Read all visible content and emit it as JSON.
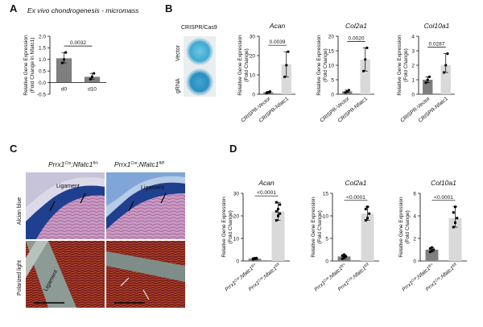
{
  "panels": {
    "A": {
      "letter": "A",
      "title": "Ex vivo chondrogenesis - micromass"
    },
    "B": {
      "letter": "B",
      "crispr_label": "CRISPR/Cas9",
      "row_labels": [
        "Vector",
        "gRNA"
      ]
    },
    "C": {
      "letter": "C",
      "col_labels": [
        {
          "base": "Prrx1",
          "sup1": "Cre",
          "mid": ";Nfatc1",
          "sup2": "fl/+"
        },
        {
          "base": "Prrx1",
          "sup1": "Cre",
          "mid": ";Nfatc1",
          "sup2": "fl/fl"
        }
      ],
      "row_labels": [
        "Alcian blue",
        "Polarized light"
      ],
      "ligament_label": "Ligament"
    },
    "D": {
      "letter": "D"
    }
  },
  "colors": {
    "dark_bar": "#7f7f7f",
    "light_bar": "#d9d9d9",
    "alcian_blue": "#1f3f8f",
    "polarized_bg": "#5a1a1a"
  },
  "chart_data": [
    {
      "id": "A",
      "type": "bar",
      "title": "",
      "ylabel": "Relative Gene Expression (Fold Change in Nfatc1)",
      "categories": [
        "d0",
        "d10"
      ],
      "values": [
        1.05,
        0.25
      ],
      "ylim": [
        -0.5,
        2.0
      ],
      "yticks": [
        "-0.5",
        "0.0",
        "0.5",
        "1.0",
        "1.5",
        "2.0"
      ],
      "points": [
        [
          0.85,
          1.0,
          1.3
        ],
        [
          0.15,
          0.25,
          0.4
        ]
      ],
      "pvalue": "0.0032"
    },
    {
      "id": "B1",
      "type": "bar",
      "title": "Acan",
      "ylabel": "Relative Gene Expression (Fold Change)",
      "categories": [
        "CRISPR-Vector",
        "CRISPR-Nfatc1"
      ],
      "values": [
        1.0,
        15.5
      ],
      "ylim": [
        0,
        30
      ],
      "yticks": [
        "0",
        "10",
        "20",
        "30"
      ],
      "points": [
        [
          0.6,
          1.0,
          1.4
        ],
        [
          9.0,
          15.0,
          22.0
        ]
      ],
      "pvalue": "0.0039"
    },
    {
      "id": "B2",
      "type": "bar",
      "title": "Col2a1",
      "ylabel": "Relative Gene Expression (Fold Change)",
      "categories": [
        "CRISPR-Vector",
        "CRISPR-Nfatc1"
      ],
      "values": [
        1.0,
        12.0
      ],
      "ylim": [
        0,
        20
      ],
      "yticks": [
        "0",
        "5",
        "10",
        "15",
        "20"
      ],
      "points": [
        [
          0.6,
          1.0,
          1.4
        ],
        [
          8.0,
          12.0,
          16.0
        ]
      ],
      "pvalue": "0.0020"
    },
    {
      "id": "B3",
      "type": "bar",
      "title": "Col10a1",
      "ylabel": "Relative Gene Expression (Fold Change)",
      "categories": [
        "CRISPR-Vector",
        "CRISPR-Nfatc1"
      ],
      "values": [
        1.0,
        2.0
      ],
      "ylim": [
        0,
        4
      ],
      "yticks": [
        "0",
        "1",
        "2",
        "3",
        "4"
      ],
      "points": [
        [
          0.8,
          1.0,
          1.2
        ],
        [
          1.5,
          2.0,
          2.8
        ]
      ],
      "pvalue": "0.0287"
    },
    {
      "id": "D1",
      "type": "bar",
      "title": "Acan",
      "ylabel": "Relative Gene Expression (Fold Change)",
      "categories": [
        "Prrx1Cre;Nfatc1fl/+",
        "Prrx1Cre;Nfatc1fl/fl"
      ],
      "values": [
        1.0,
        22.0
      ],
      "ylim": [
        0,
        30
      ],
      "yticks": [
        "0",
        "10",
        "20",
        "30"
      ],
      "points": [
        [
          0.7,
          0.9,
          1.0,
          1.1,
          1.2,
          1.3
        ],
        [
          18,
          20,
          21,
          22,
          23,
          25,
          26
        ]
      ],
      "pvalue": "<0.0001"
    },
    {
      "id": "D2",
      "type": "bar",
      "title": "Col2a1",
      "ylabel": "Relative Gene Expression (Fold Change)",
      "categories": [
        "Prrx1Cre;Nfatc1fl/+",
        "Prrx1Cre;Nfatc1fl/fl"
      ],
      "values": [
        1.0,
        10.5
      ],
      "ylim": [
        0,
        15
      ],
      "yticks": [
        "0",
        "5",
        "10",
        "15"
      ],
      "points": [
        [
          0.5,
          0.8,
          1.0,
          1.2,
          1.4
        ],
        [
          9,
          9.5,
          10.5,
          11.5,
          12
        ]
      ],
      "pvalue": "<0.0001"
    },
    {
      "id": "D3",
      "type": "bar",
      "title": "Col10a1",
      "ylabel": "Relative Gene Expression (Fold Change)",
      "categories": [
        "Prrx1Cre;Nfatc1fl/+",
        "Prrx1Cre;Nfatc1fl/fl"
      ],
      "values": [
        1.0,
        3.8
      ],
      "ylim": [
        0,
        6
      ],
      "yticks": [
        "0",
        "2",
        "4",
        "6"
      ],
      "points": [
        [
          0.8,
          0.9,
          1.0,
          1.1,
          1.2
        ],
        [
          3.0,
          3.4,
          3.8,
          4.3,
          4.8
        ]
      ],
      "pvalue": "<0.0001"
    }
  ]
}
